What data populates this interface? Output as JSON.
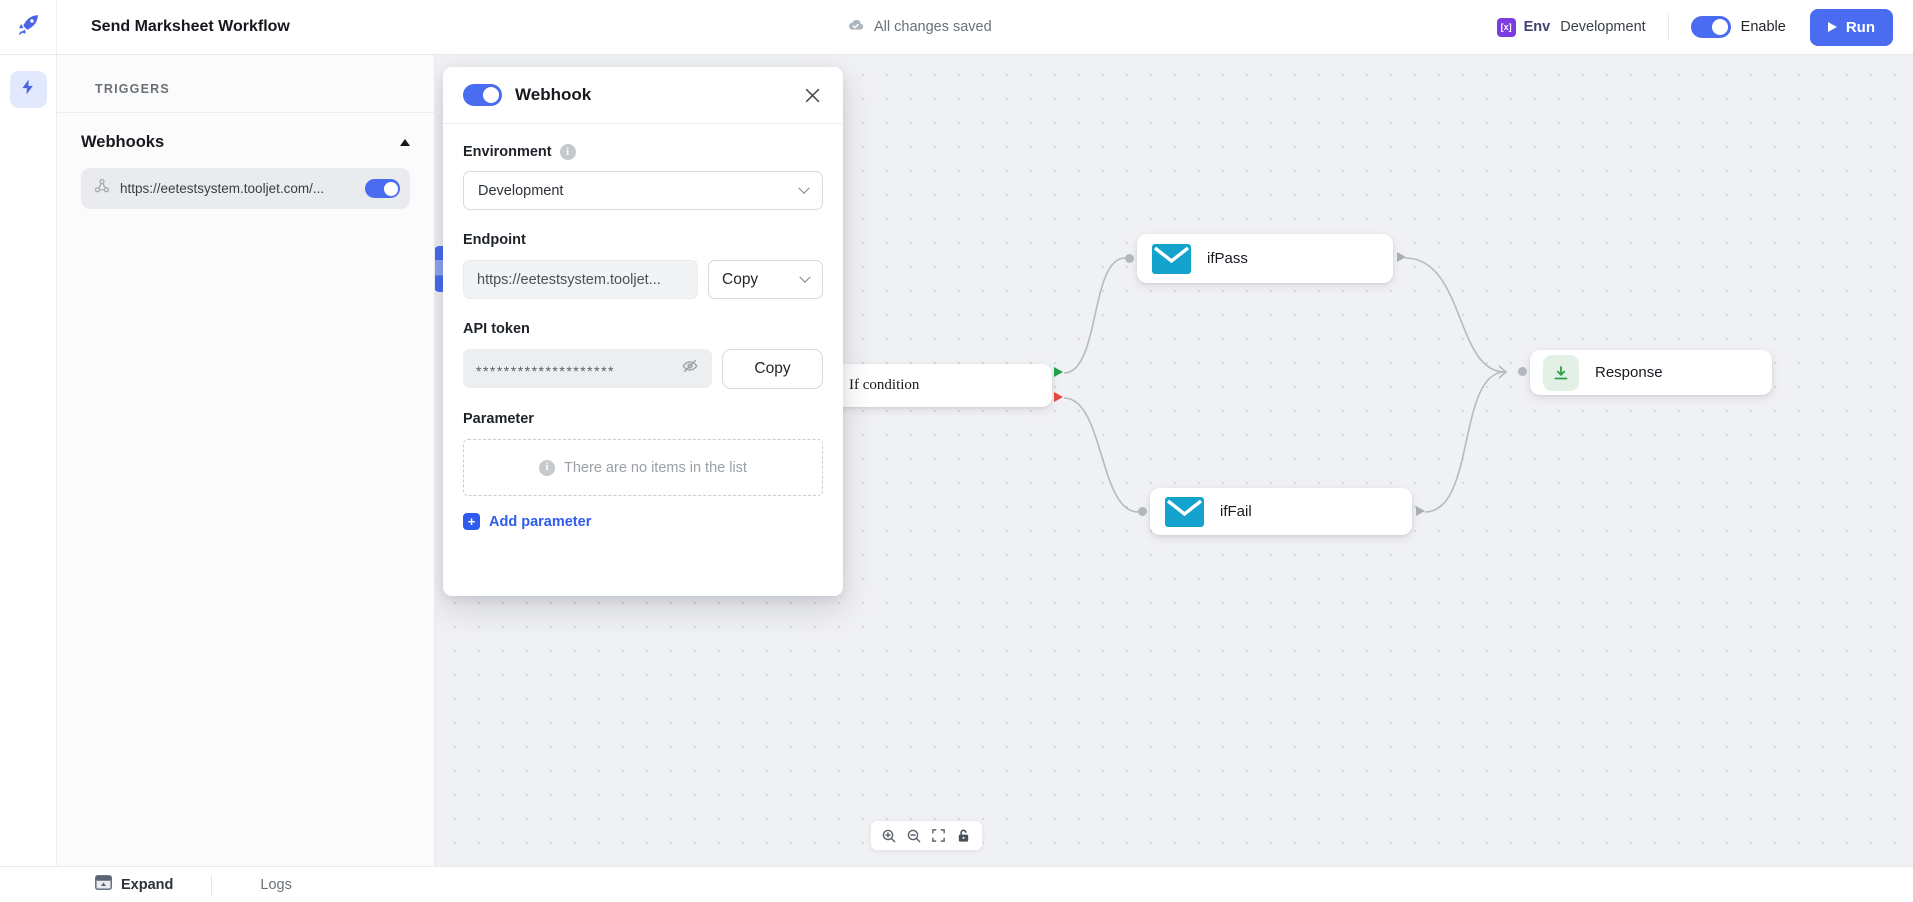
{
  "topbar": {
    "title": "Send Marksheet Workflow",
    "status_text": "All changes saved",
    "env_icon_glyph": "[x]",
    "env_label": "Env",
    "env_value": "Development",
    "enable_label": "Enable",
    "run_label": "Run"
  },
  "sidebar": {
    "section_label": "TRIGGERS",
    "group_label": "Webhooks",
    "webhook_item": {
      "url": "https://eetestsystem.tooljet.com/..."
    }
  },
  "panel": {
    "title": "Webhook",
    "environment_label": "Environment",
    "environment_value": "Development",
    "endpoint_label": "Endpoint",
    "endpoint_value": "https://eetestsystem.tooljet...",
    "endpoint_copy_label": "Copy",
    "api_token_label": "API token",
    "api_token_masked": "********************",
    "api_token_copy_label": "Copy",
    "parameter_label": "Parameter",
    "parameter_empty_text": "There are no items in the list",
    "add_parameter_label": "Add parameter"
  },
  "canvas": {
    "nodes": [
      {
        "label": "If condition",
        "type": "if-condition"
      },
      {
        "label": "ifPass",
        "type": "email"
      },
      {
        "label": "ifFail",
        "type": "email"
      },
      {
        "label": "Response",
        "type": "response"
      }
    ]
  },
  "bottombar": {
    "expand_label": "Expand",
    "logs_label": "Logs"
  },
  "colors": {
    "accent": "#4a6cf0",
    "email_node_icon": "#14a3cc",
    "response_node_icon": "#2f9e44",
    "env_badge": "#7d3be2",
    "success_handle": "#21a04b",
    "failure_handle": "#e2483d",
    "edge": "#b6bac0"
  }
}
